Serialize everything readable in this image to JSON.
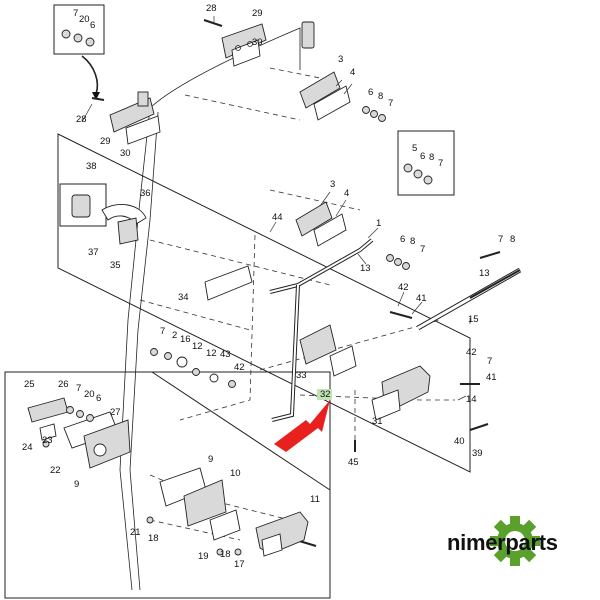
{
  "brand": {
    "name": "nimerparts",
    "gear_color": "#5aa02c",
    "arrow_color": "#e8201e",
    "highlight_color": "#bfe3b4"
  },
  "callouts": {
    "c1": "1",
    "c2": "2",
    "c3a": "3",
    "c3b": "3",
    "c4a": "4",
    "c4b": "4",
    "c5": "5",
    "c6a": "6",
    "c6b": "6",
    "c6c": "6",
    "c6d": "6",
    "c6e": "6",
    "c7a": "7",
    "c7b": "7",
    "c7c": "7",
    "c7d": "7",
    "c7e": "7",
    "c7f": "7",
    "c8a": "8",
    "c8b": "8",
    "c8c": "8",
    "c8d": "8",
    "c9a": "9",
    "c9b": "9",
    "c10": "10",
    "c11": "11",
    "c12a": "12",
    "c12b": "12",
    "c13a": "13",
    "c13b": "13",
    "c14": "14",
    "c15": "15",
    "c16": "16",
    "c17": "17",
    "c18a": "18",
    "c18b": "18",
    "c19": "19",
    "c20a": "20",
    "c20b": "20",
    "c21": "21",
    "c22": "22",
    "c23": "23",
    "c24": "24",
    "c25": "25",
    "c26": "26",
    "c27": "27",
    "c28a": "28",
    "c28b": "28",
    "c29a": "29",
    "c29b": "29",
    "c30": "30",
    "c31": "31",
    "c32": "32",
    "c33": "33",
    "c34": "34",
    "c35": "35",
    "c36": "36",
    "c37": "37",
    "c38": "38",
    "c39": "39",
    "c40": "40",
    "c41a": "41",
    "c41b": "41",
    "c42a": "42",
    "c42b": "42",
    "c42c": "42",
    "c43": "43",
    "c44": "44",
    "c45": "45"
  }
}
